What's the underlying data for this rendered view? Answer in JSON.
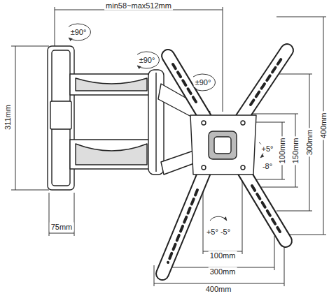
{
  "diagram": {
    "labels": [
      "min58~max512mm",
      "±90°",
      "±90°",
      "±90°",
      "311mm",
      "75mm",
      "+5°",
      "-8°",
      "100mm",
      "150mm",
      "300mm",
      "400mm",
      "+5° -5°",
      "100mm",
      "300mm",
      "400mm"
    ]
  }
}
